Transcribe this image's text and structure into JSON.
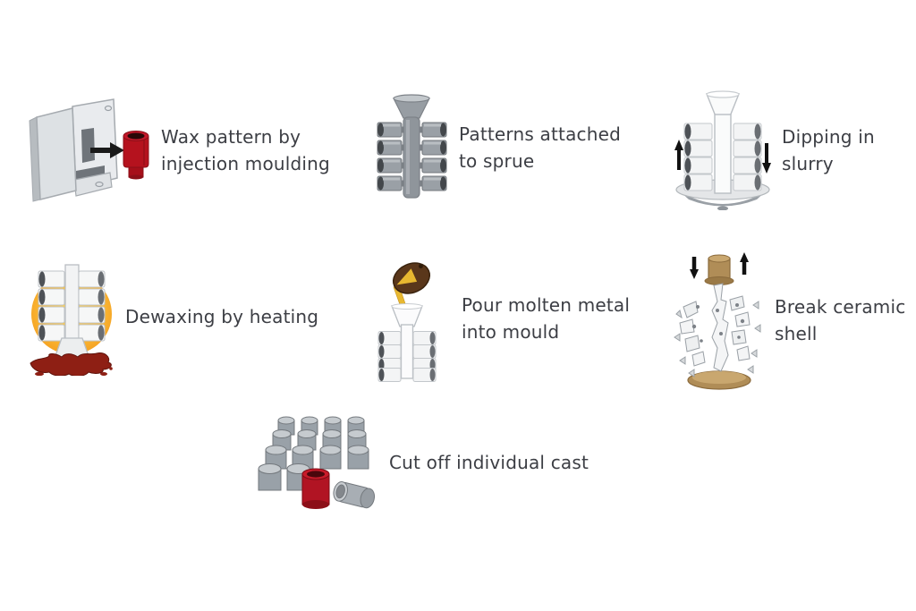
{
  "page": {
    "background": "#ffffff"
  },
  "process": {
    "steps": [
      {
        "id": 1,
        "icon": "injection-mould-icon",
        "label": "Wax pattern by\ninjection moulding"
      },
      {
        "id": 2,
        "icon": "sprue-assembly-icon",
        "label": "Patterns attached\nto sprue"
      },
      {
        "id": 3,
        "icon": "slurry-dipping-icon",
        "label": "Dipping in\nslurry"
      },
      {
        "id": 4,
        "icon": "dewaxing-heat-icon",
        "label": "Dewaxing by heating"
      },
      {
        "id": 5,
        "icon": "pour-molten-metal-icon",
        "label": "Pour molten metal\ninto mould"
      },
      {
        "id": 6,
        "icon": "break-ceramic-shell-icon",
        "label": "Break ceramic\nshell"
      },
      {
        "id": 7,
        "icon": "cut-off-casts-icon",
        "label": "Cut off individual cast"
      }
    ]
  },
  "colors": {
    "text": "#3c3e44",
    "wax_red": "#b5121e",
    "cast_red": "#b11423",
    "metal_gray": "#9aa0a6",
    "shell_white": "#f5f6f7",
    "heat_orange": "#f49d1d",
    "heat_yellow": "#ffd95e",
    "molten_gold": "#e8b830",
    "crucible_brown": "#5a371b",
    "clamp_tan": "#b08d57",
    "melted_wax": "#8e1f14",
    "arrow_black": "#1a1a1a"
  }
}
